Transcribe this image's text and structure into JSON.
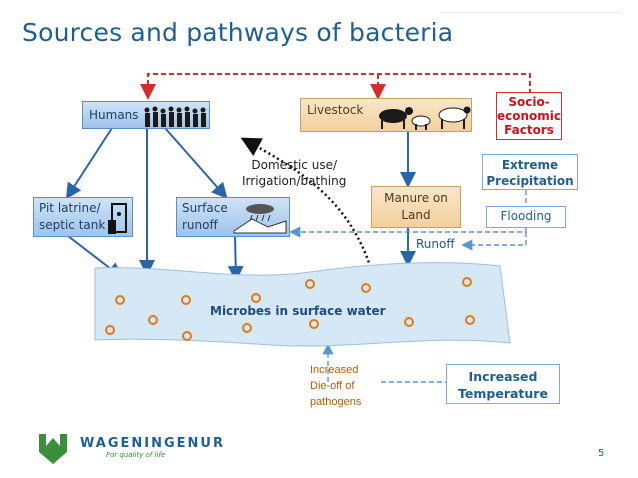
{
  "title": "Sources and pathways of bacteria",
  "nodes": {
    "humans": "Humans",
    "livestock": "Livestock",
    "socio": [
      "Socio-",
      "economic",
      "Factors"
    ],
    "extreme": [
      "Extreme",
      "Precipitation"
    ],
    "flooding": "Flooding",
    "pit": [
      "Pit latrine/",
      "septic tank"
    ],
    "surface": [
      "Surface",
      "runoff"
    ],
    "manure": [
      "Manure on",
      "Land"
    ],
    "runoff": "Runoff",
    "domestic": [
      "Domestic use/",
      "Irrigation/bathing"
    ],
    "microbes": "Microbes in surface water",
    "dieoff": [
      "Increased",
      "Die-off of",
      "pathogens"
    ],
    "temperature": [
      "Increased",
      "Temperature"
    ]
  },
  "footer": {
    "logo_text": "WAGENINGENUR",
    "tagline": "For quality of life",
    "page": "5"
  },
  "colors": {
    "title": "#1f5f8f",
    "red_dashed": "#d12e2e",
    "blue_arrow": "#2c64a8",
    "dashed_blue": "#5a95cf",
    "river": "#d6e7f6",
    "particle": "#e07b1a"
  }
}
